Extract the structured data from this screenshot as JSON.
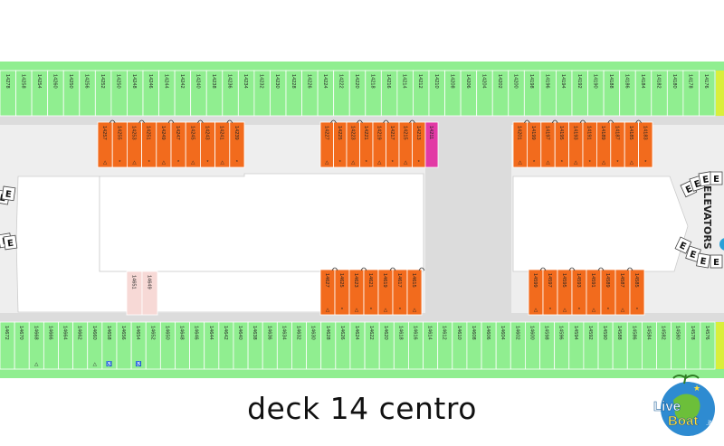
{
  "caption": "deck 14 centro",
  "elevators_label": "ELEVATORS",
  "elevator_glyph": "E",
  "logo": {
    "word1": "Live",
    "word2": "Boat",
    "suffix": ".it",
    "star": "★"
  },
  "colors": {
    "outer_cabin": "#90ee90",
    "inner_cabin": "#f26b1d",
    "accent_cabin": "#e23aa5",
    "pale_cabin": "#f7d9d6",
    "corridor": "#dcdcdc",
    "floor": "#eeeeee",
    "edge_marker": "#d9ef3c"
  },
  "row_top_outer": [
    "14278",
    "14258",
    "14254",
    "14260",
    "14250",
    "14256",
    "14252",
    "14250",
    "14248",
    "14246",
    "14244",
    "14242",
    "14240",
    "14238",
    "14236",
    "14234",
    "14232",
    "14230",
    "14228",
    "14226",
    "14224",
    "14222",
    "14220",
    "14218",
    "14216",
    "14214",
    "14212",
    "14210",
    "14208",
    "14206",
    "14204",
    "14202",
    "14200",
    "14198",
    "14196",
    "14194",
    "14192",
    "14190",
    "14188",
    "14186",
    "14184",
    "14182",
    "14180",
    "14178",
    "14176"
  ],
  "row_bottom_outer": [
    "14672",
    "14670",
    "14668",
    "14666",
    "14664",
    "14662",
    "14660",
    "14658",
    "14656",
    "14654",
    "14652",
    "14650",
    "14648",
    "14646",
    "14644",
    "14642",
    "14640",
    "14638",
    "14636",
    "14634",
    "14632",
    "14630",
    "14628",
    "14626",
    "14624",
    "14622",
    "14620",
    "14618",
    "14616",
    "14614",
    "14612",
    "14610",
    "14608",
    "14606",
    "14604",
    "14602",
    "14600",
    "14598",
    "14596",
    "14594",
    "14592",
    "14590",
    "14588",
    "14586",
    "14584",
    "14582",
    "14580",
    "14578",
    "14576"
  ],
  "bottom_marks": {
    "14668": "△",
    "14660": "△",
    "14658": "♿",
    "14654": "♿"
  },
  "inner_top_left": [
    [
      "14257",
      "△"
    ],
    [
      "14255",
      "*"
    ],
    [
      "14253",
      "△"
    ],
    [
      "14251",
      "*"
    ],
    [
      "14249",
      "△"
    ],
    [
      "14247",
      "*"
    ],
    [
      "14245",
      "△"
    ],
    [
      "14243",
      "*"
    ],
    [
      "14241",
      "△"
    ],
    [
      "14239",
      "*"
    ]
  ],
  "inner_top_mid": [
    [
      "14227",
      "△"
    ],
    [
      "14225",
      "*"
    ],
    [
      "14223",
      "△"
    ],
    [
      "14221",
      "*"
    ],
    [
      "14219",
      "△"
    ],
    [
      "14217",
      "*"
    ],
    [
      "14215",
      "△"
    ],
    [
      "14213",
      "*"
    ]
  ],
  "inner_top_mid_accent": "14211",
  "inner_top_right": [
    [
      "14201",
      "△"
    ],
    [
      "14199",
      "*"
    ],
    [
      "14197",
      "△"
    ],
    [
      "14195",
      "*"
    ],
    [
      "14193",
      "△"
    ],
    [
      "14191",
      "*"
    ],
    [
      "14189",
      "△"
    ],
    [
      "14187",
      "*"
    ],
    [
      "14185",
      "△"
    ],
    [
      "14183",
      "*"
    ]
  ],
  "inner_bottom_mid": [
    [
      "14627",
      "△"
    ],
    [
      "14625",
      "*"
    ],
    [
      "14623",
      "△"
    ],
    [
      "14621",
      "*"
    ],
    [
      "14619",
      "△"
    ],
    [
      "14617",
      "*"
    ],
    [
      "14615",
      "△"
    ]
  ],
  "inner_bottom_right": [
    [
      "14599",
      "△"
    ],
    [
      "14597",
      "*"
    ],
    [
      "14595",
      "△"
    ],
    [
      "14593",
      "*"
    ],
    [
      "14591",
      "△"
    ],
    [
      "14589",
      "*"
    ],
    [
      "14587",
      "△"
    ],
    [
      "14585",
      "*"
    ]
  ],
  "pale_cabins": [
    "14651",
    "14649"
  ]
}
